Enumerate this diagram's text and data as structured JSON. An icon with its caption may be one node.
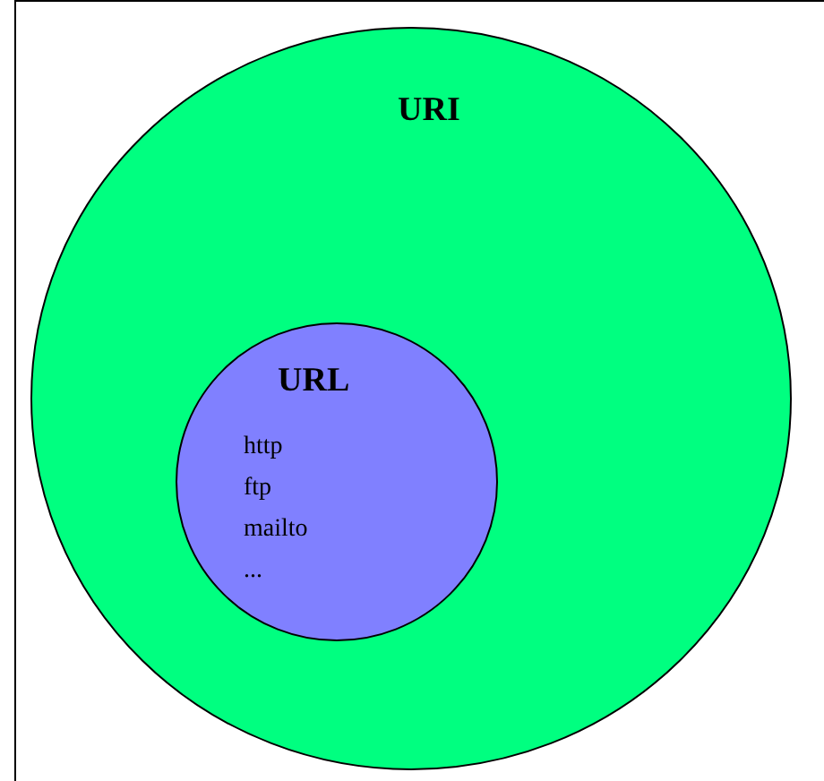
{
  "diagram": {
    "nodes": [
      {
        "text": [
          "URI"
        ]
      },
      {
        "text": [
          "URL",
          "http",
          "ftp",
          "mailto",
          "..."
        ],
        "in": 0
      }
    ]
  }
}
